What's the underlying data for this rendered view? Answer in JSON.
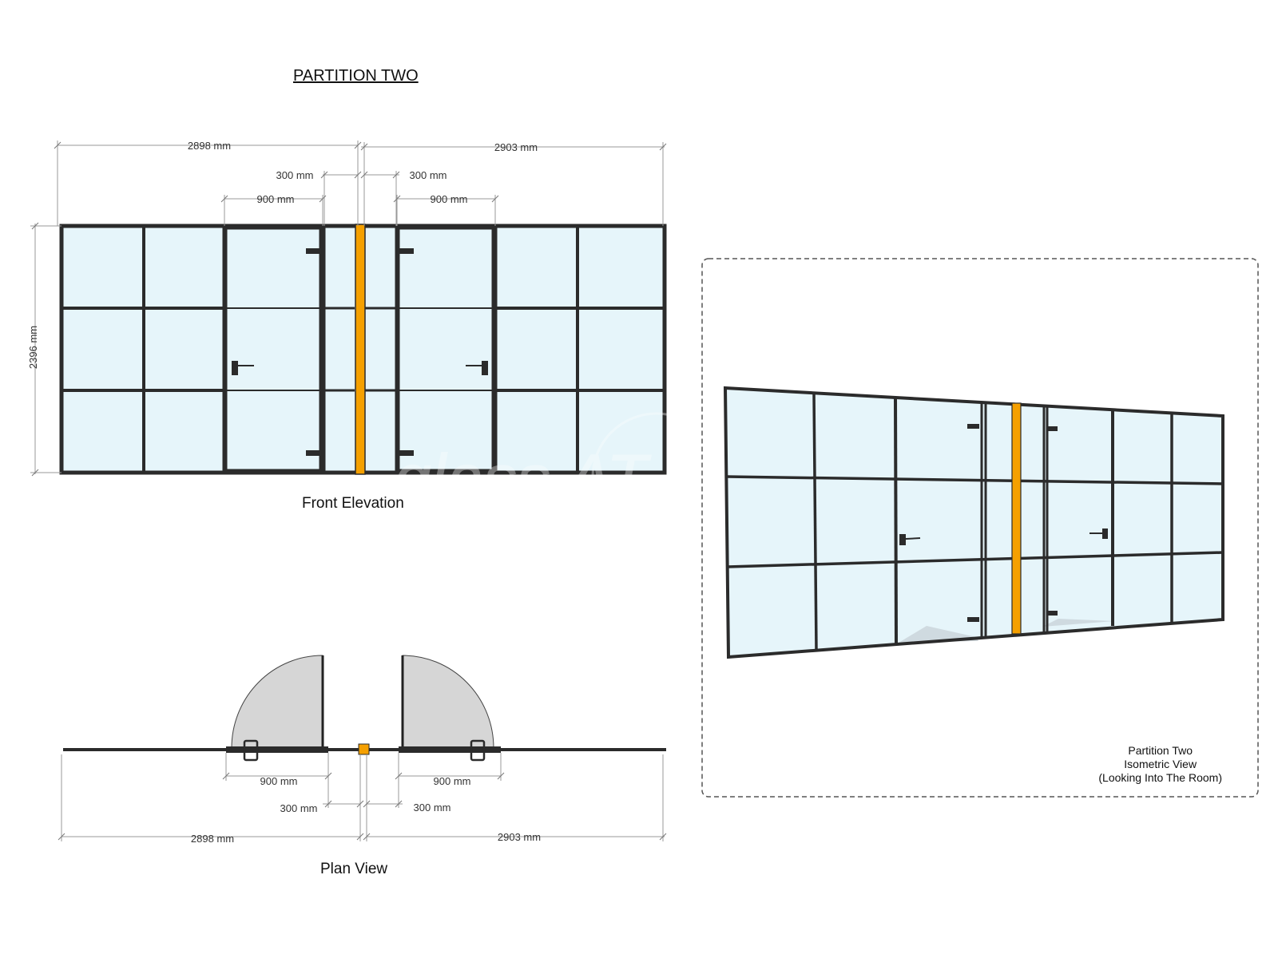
{
  "drawing": {
    "title": "PARTITION TWO",
    "front_elevation_label": "Front Elevation",
    "plan_view_label": "Plan View",
    "iso_note": [
      "Partition Two",
      "Isometric View",
      "(Looking Into The Room)"
    ],
    "watermark": "glass AT work"
  },
  "dimensions": {
    "left_width": "2898 mm",
    "right_width": "2903 mm",
    "left_sidelight": "300 mm",
    "right_sidelight": "300 mm",
    "left_door": "900 mm",
    "right_door": "900 mm",
    "height": "2396 mm"
  },
  "colors": {
    "frame": "#2b2b2b",
    "glass": "#e6f5fa",
    "post": "#f5a000",
    "dimension": "#9a9a9a",
    "door_swing": "#d6d6d6"
  }
}
